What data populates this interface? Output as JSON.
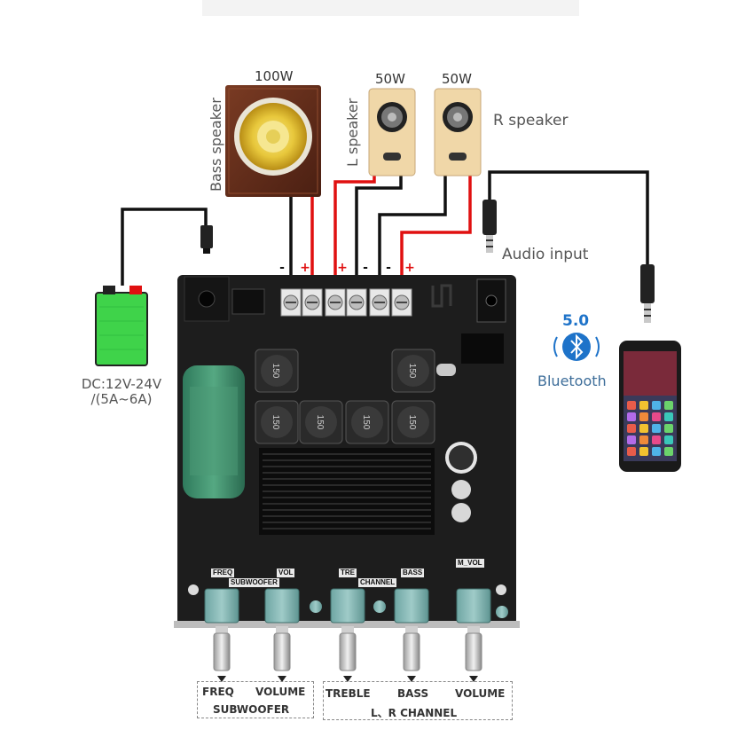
{
  "speakers": {
    "bass": {
      "power": "100W",
      "label": "Bass speaker"
    },
    "left": {
      "power": "50W",
      "label": "L speaker"
    },
    "right": {
      "power": "50W",
      "label": "R speaker"
    }
  },
  "power_supply": {
    "line1": "DC:12V-24V",
    "line2": "/(5A~6A)"
  },
  "audio_input_label": "Audio input",
  "bluetooth": {
    "version": "5.0",
    "label": "Bluetooth"
  },
  "terminal_polarity": [
    "-",
    "+",
    "+",
    "-",
    "-",
    "+"
  ],
  "board_labels": {
    "freq": "FREQ",
    "subwoofer": "SUBWOOFER",
    "vol": "VOL",
    "tre": "TRE",
    "channel": "CHANNEL",
    "bass": "BASS",
    "m_vol": "M_VOL"
  },
  "inductor_mark": "150",
  "knobs": [
    "FREQ",
    "VOLUME",
    "TREBLE",
    "BASS",
    "VOLUME"
  ],
  "groups": {
    "subwoofer": "SUBWOOFER",
    "lr_channel": "L、R CHANNEL"
  },
  "colors": {
    "wire_black": "#111111",
    "wire_red": "#e01010",
    "battery_green": "#3fd34a",
    "pcb": "#1d1d1d",
    "knob_teal": "#7fb3b0"
  }
}
